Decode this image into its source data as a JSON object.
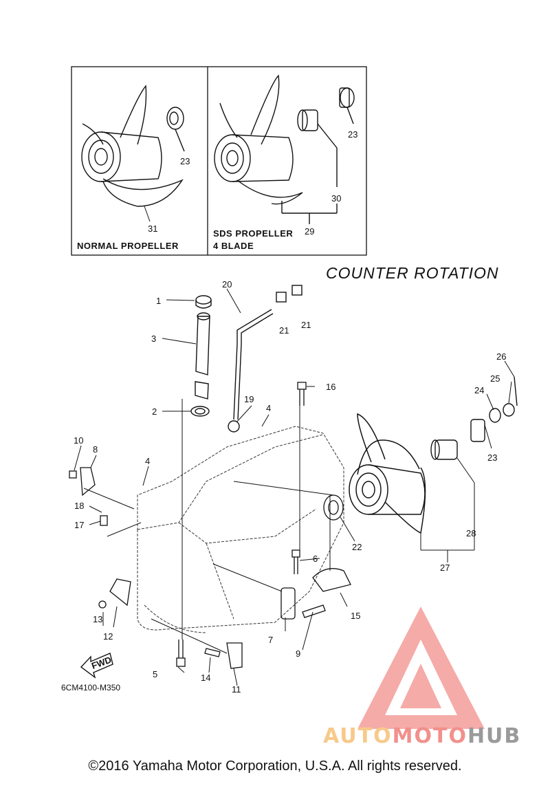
{
  "inset": {
    "normal_label": "NORMAL PROPELLER",
    "sds_label_line1": "SDS PROPELLER",
    "sds_label_line2": "4 BLADE"
  },
  "diagram": {
    "rotation_label": "COUNTER  ROTATION",
    "diagram_code": "6CM4100-M350",
    "fwd_label": "FWD",
    "part_numbers": [
      {
        "id": "p31",
        "text": "31"
      },
      {
        "id": "p23a",
        "text": "23"
      },
      {
        "id": "p30",
        "text": "30"
      },
      {
        "id": "p29",
        "text": "29"
      },
      {
        "id": "p23b",
        "text": "23"
      },
      {
        "id": "p1",
        "text": "1"
      },
      {
        "id": "p20",
        "text": "20"
      },
      {
        "id": "p21a",
        "text": "21"
      },
      {
        "id": "p21b",
        "text": "21"
      },
      {
        "id": "p3",
        "text": "3"
      },
      {
        "id": "p16",
        "text": "16"
      },
      {
        "id": "p26",
        "text": "26"
      },
      {
        "id": "p25",
        "text": "25"
      },
      {
        "id": "p24",
        "text": "24"
      },
      {
        "id": "p19",
        "text": "19"
      },
      {
        "id": "p2",
        "text": "2"
      },
      {
        "id": "p4a",
        "text": "4"
      },
      {
        "id": "p10",
        "text": "10"
      },
      {
        "id": "p8",
        "text": "8"
      },
      {
        "id": "p4b",
        "text": "4"
      },
      {
        "id": "p23c",
        "text": "23"
      },
      {
        "id": "p18",
        "text": "18"
      },
      {
        "id": "p17",
        "text": "17"
      },
      {
        "id": "p28",
        "text": "28"
      },
      {
        "id": "p22",
        "text": "22"
      },
      {
        "id": "p6",
        "text": "6"
      },
      {
        "id": "p27",
        "text": "27"
      },
      {
        "id": "p15",
        "text": "15"
      },
      {
        "id": "p13",
        "text": "13"
      },
      {
        "id": "p12",
        "text": "12"
      },
      {
        "id": "p7",
        "text": "7"
      },
      {
        "id": "p9",
        "text": "9"
      },
      {
        "id": "p5",
        "text": "5"
      },
      {
        "id": "p14",
        "text": "14"
      },
      {
        "id": "p11",
        "text": "11"
      }
    ]
  },
  "footer": {
    "copyright": "©2016 Yamaha Motor Corporation, U.S.A. All rights reserved."
  },
  "watermark": {
    "part1": "AUTO",
    "part2": "MOTO",
    "part3": "HUB"
  },
  "colors": {
    "line": "#111111",
    "watermark_red": "#f2908c",
    "watermark_orange": "#f7c98a",
    "watermark_gray": "#9a9a9a"
  }
}
